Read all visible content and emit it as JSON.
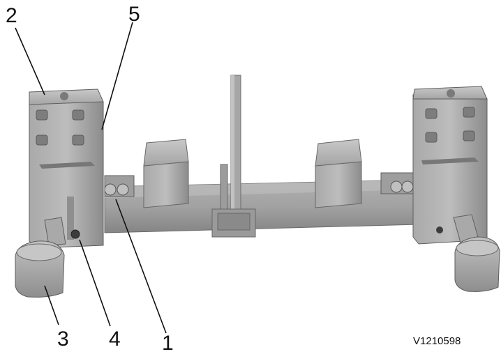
{
  "figure": {
    "id_label": "V1210598",
    "callouts": {
      "c1": "1",
      "c2": "2",
      "c3": "3",
      "c4": "4",
      "c5": "5"
    }
  },
  "colors": {
    "metal_light": "#b8b8b8",
    "metal_mid": "#9a9a9a",
    "metal_dark": "#6e6e6e",
    "ink": "#111111",
    "background": "#ffffff"
  }
}
